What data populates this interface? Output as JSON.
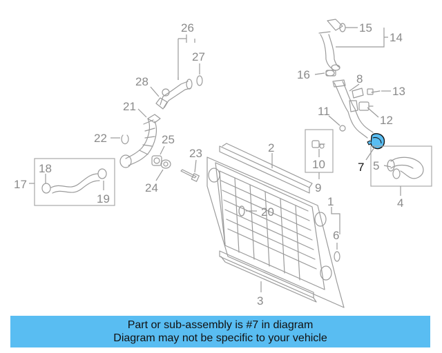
{
  "callouts": {
    "c1": "1",
    "c2": "2",
    "c3": "3",
    "c4": "4",
    "c5": "5",
    "c6": "6",
    "c7": "7",
    "c8": "8",
    "c9": "9",
    "c10": "10",
    "c11": "11",
    "c12": "12",
    "c13": "13",
    "c14": "14",
    "c15": "15",
    "c16": "16",
    "c17": "17",
    "c18": "18",
    "c19": "19",
    "c20": "20",
    "c21": "21",
    "c22": "22",
    "c23": "23",
    "c24": "24",
    "c25": "25",
    "c26": "26",
    "c27": "27",
    "c28": "28"
  },
  "highlight": {
    "part_number": "7",
    "color": "#59bdf2"
  },
  "banner": {
    "line1": "Part or sub-assembly is #7 in diagram",
    "line2": "Diagram may not be specific to your vehicle",
    "background": "#59bdf2"
  }
}
